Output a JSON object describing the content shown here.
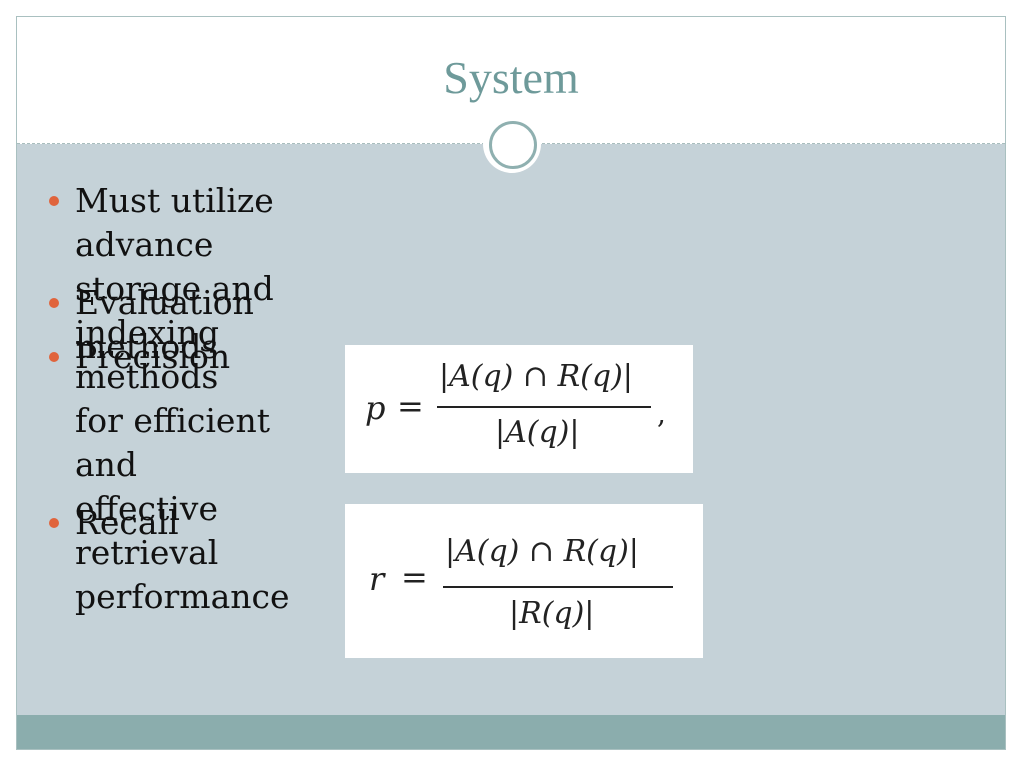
{
  "slide": {
    "title": "System",
    "bullets": [
      {
        "line1": "Must utilize advance storage and indexing methods",
        "line2": "for efficient and effective retrieval performance"
      },
      {
        "text": "Evaluation methods"
      },
      {
        "text": "Precision"
      },
      {
        "text": "Recall"
      }
    ],
    "formulas": {
      "precision": {
        "lhs": "p",
        "eq": "=",
        "numerator": "|A(q) ∩ R(q)|",
        "denominator": "|A(q)|",
        "trailing": ","
      },
      "recall": {
        "lhs": "r",
        "eq": "=",
        "numerator": "|A(q) ∩ R(q)|",
        "denominator": "|R(q)|"
      }
    }
  },
  "colors": {
    "title": "#6e9a9a",
    "content_bg": "#c5d2d8",
    "bullet_dot": "#e0643c",
    "footer": "#8badad"
  }
}
